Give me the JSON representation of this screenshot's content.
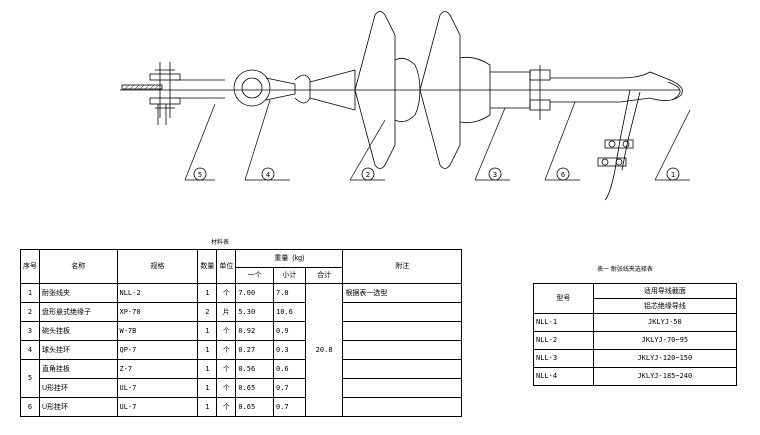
{
  "callouts": [
    "5",
    "4",
    "2",
    "3",
    "6",
    "1"
  ],
  "materials": {
    "title": "材料表",
    "headers": {
      "no": "序号",
      "name": "名称",
      "spec": "规格",
      "qty": "数量",
      "unit": "单位",
      "weight": "重量",
      "weight_unit": "(kg)",
      "each": "一个",
      "subtotal": "小计",
      "total": "合计",
      "remark": "附注"
    },
    "rows": [
      {
        "no": "1",
        "name": "耐张线夹",
        "spec": "NLL-2",
        "qty": "1",
        "unit": "个",
        "each": "7.00",
        "subtotal": "7.0",
        "remark": "根据表一选型"
      },
      {
        "no": "2",
        "name": "盘形悬式绝缘子",
        "spec": "XP-70",
        "qty": "2",
        "unit": "片",
        "each": "5.30",
        "subtotal": "10.6",
        "remark": ""
      },
      {
        "no": "3",
        "name": "碗头挂板",
        "spec": "W-7B",
        "qty": "1",
        "unit": "个",
        "each": "0.92",
        "subtotal": "0.9",
        "remark": ""
      },
      {
        "no": "4",
        "name": "球头挂环",
        "spec": "QP-7",
        "qty": "1",
        "unit": "个",
        "each": "0.27",
        "subtotal": "0.3",
        "remark": ""
      },
      {
        "no": "5",
        "name": "直角挂板",
        "spec": "Z-7",
        "qty": "1",
        "unit": "个",
        "each": "0.56",
        "subtotal": "0.6",
        "remark": ""
      },
      {
        "no": "",
        "name": "U形挂环",
        "spec": "UL-7",
        "qty": "1",
        "unit": "个",
        "each": "0.65",
        "subtotal": "0.7",
        "remark": ""
      },
      {
        "no": "6",
        "name": "U形挂环",
        "spec": "UL-7",
        "qty": "1",
        "unit": "个",
        "each": "0.65",
        "subtotal": "0.7",
        "remark": ""
      }
    ],
    "total_value": "20.8"
  },
  "selection": {
    "title": "表一  耐张线夹选择表",
    "model_header": "型号",
    "conductor_header": "适用导线截面",
    "conductor_subheader": "铝芯绝缘导线",
    "rows": [
      {
        "model": "NLL-1",
        "conductor": "JKLYJ-50"
      },
      {
        "model": "NLL-2",
        "conductor": "JKLYJ-70~95"
      },
      {
        "model": "NLL-3",
        "conductor": "JKLYJ-120~150"
      },
      {
        "model": "NLL-4",
        "conductor": "JKLYJ-185~240"
      }
    ]
  }
}
